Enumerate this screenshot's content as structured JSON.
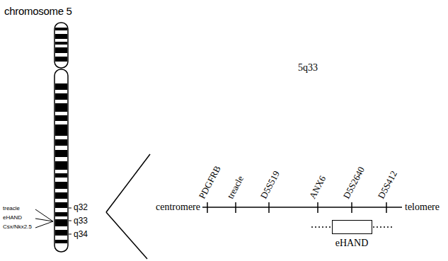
{
  "diagram": {
    "title": "chromosome 5",
    "nodes": [
      {
        "text": [
          "eHAND"
        ]
      }
    ],
    "edges": [],
    "labels": [
      "treacle",
      "eHAND",
      "Csx/Nkx2.5",
      "q32",
      "q33",
      "q34",
      "5q33",
      "centromere",
      "telomere",
      "PDGFRB",
      "treacle",
      "D5S519",
      "ANX6",
      "D5S2640",
      "D5S412"
    ]
  }
}
